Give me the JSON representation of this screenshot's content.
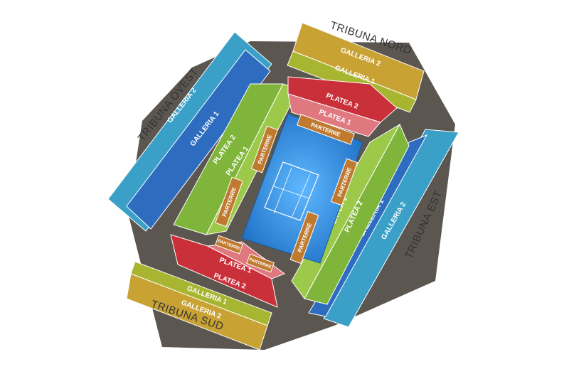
{
  "tribunes": {
    "nord": "TRIBUNA NORD",
    "ovest": "TRIBUNA OVEST",
    "est": "TRIBUNA EST",
    "sud": "TRIBUNA SUD"
  },
  "sections": {
    "galleria_1": "GALLERIA 1",
    "galleria_2": "GALLERIA 2",
    "platea_1": "PLATEA 1",
    "platea_2": "PLATEA 2",
    "parterre": "PARTERRE"
  },
  "colors": {
    "galleria_2_ovest_est": "#3aa0c8",
    "galleria_1_ovest_est": "#2e6cc0",
    "galleria_2_nord_sud": "#c9a234",
    "galleria_1_nord_sud": "#a8b530",
    "platea_2": "#c9303a",
    "platea_1": "#e0787f",
    "platea_2_side": "#7fb53a",
    "platea_1_side": "#9cc94a",
    "parterre": "#c07a30",
    "court": "#2c8ed8",
    "concourse": "#5a5550"
  }
}
